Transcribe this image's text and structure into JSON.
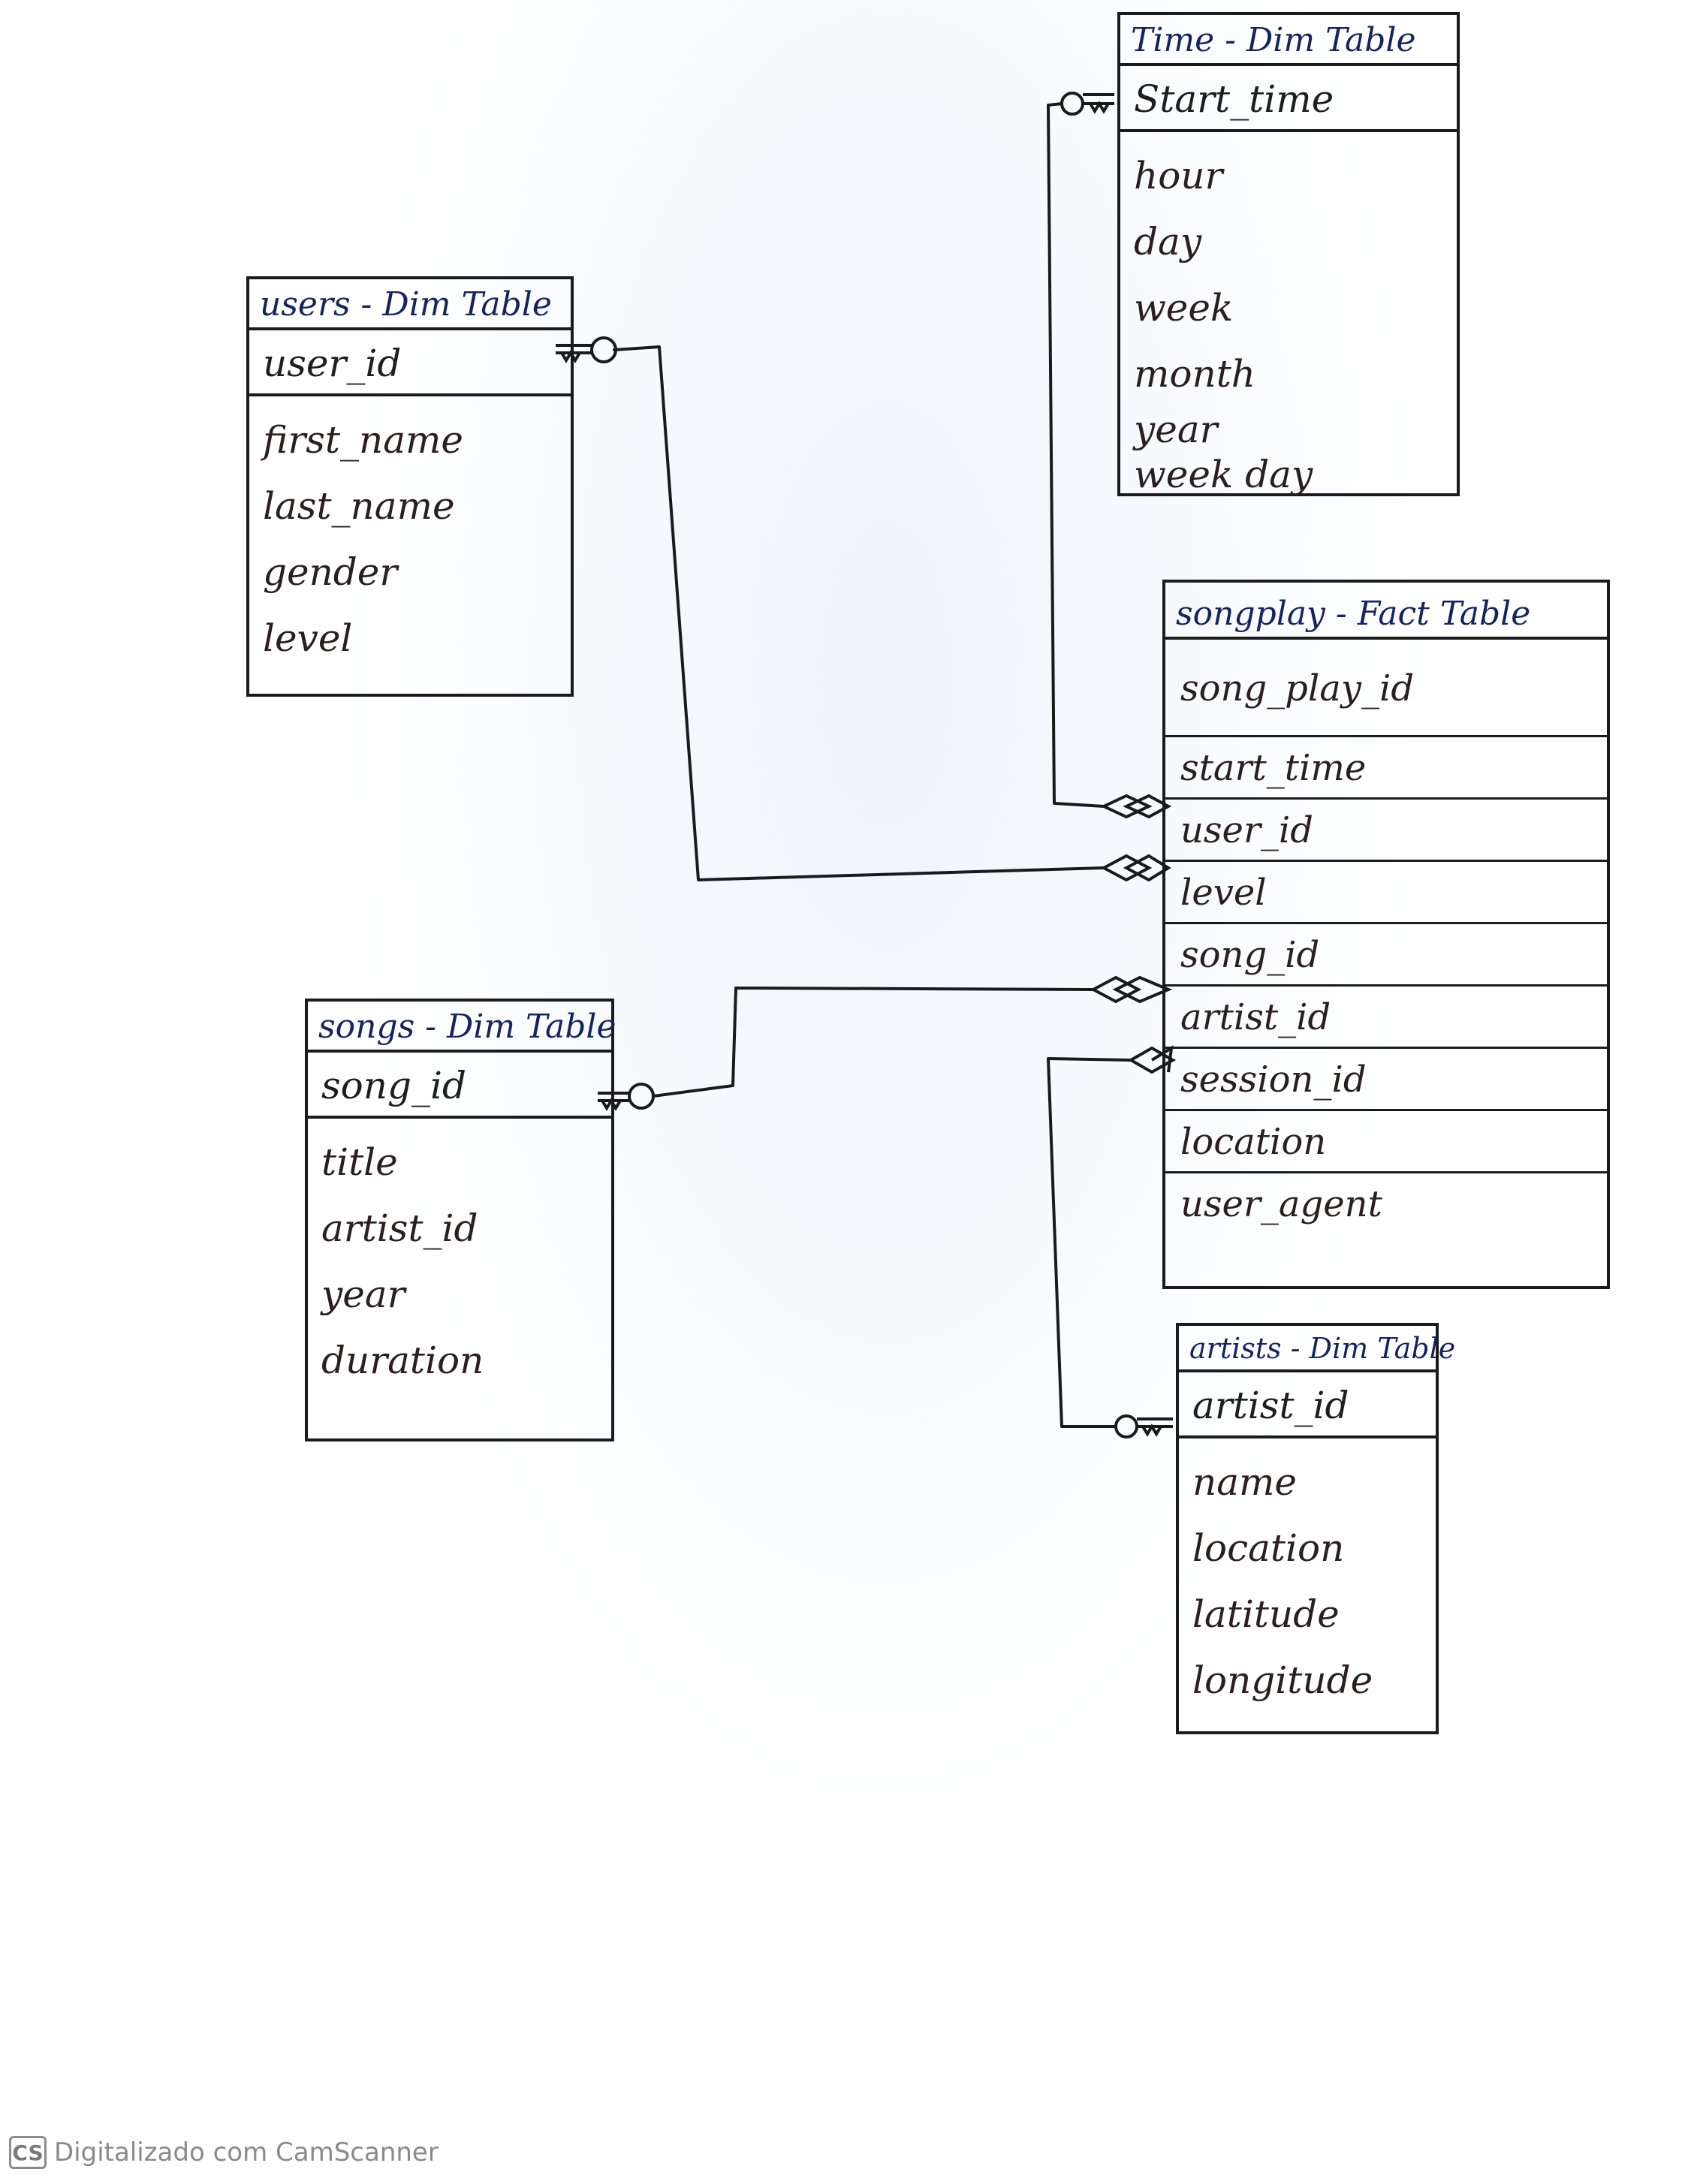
{
  "tables": {
    "time": {
      "title": "Time - Dim Table",
      "pk": "Start_time",
      "columns": [
        "hour",
        "day",
        "week",
        "month",
        "year",
        "week day"
      ]
    },
    "users": {
      "title": "users - Dim Table",
      "pk": "user_id",
      "columns": [
        "first_name",
        "last_name",
        "gender",
        "level"
      ]
    },
    "songplay": {
      "title": "songplay - Fact Table",
      "rows": [
        "song_play_id",
        "start_time",
        "user_id",
        "level",
        "song_id",
        "artist_id",
        "session_id",
        "location",
        "user_agent"
      ]
    },
    "songs": {
      "title": "songs - Dim Table",
      "pk": "song_id",
      "columns": [
        "title",
        "artist_id",
        "year",
        "duration"
      ]
    },
    "artists": {
      "title": "artists - Dim Table",
      "pk": "artist_id",
      "columns": [
        "name",
        "location",
        "latitude",
        "longitude"
      ]
    }
  },
  "footer": {
    "logo": "CS",
    "text": "Digitalizado com CamScanner"
  }
}
